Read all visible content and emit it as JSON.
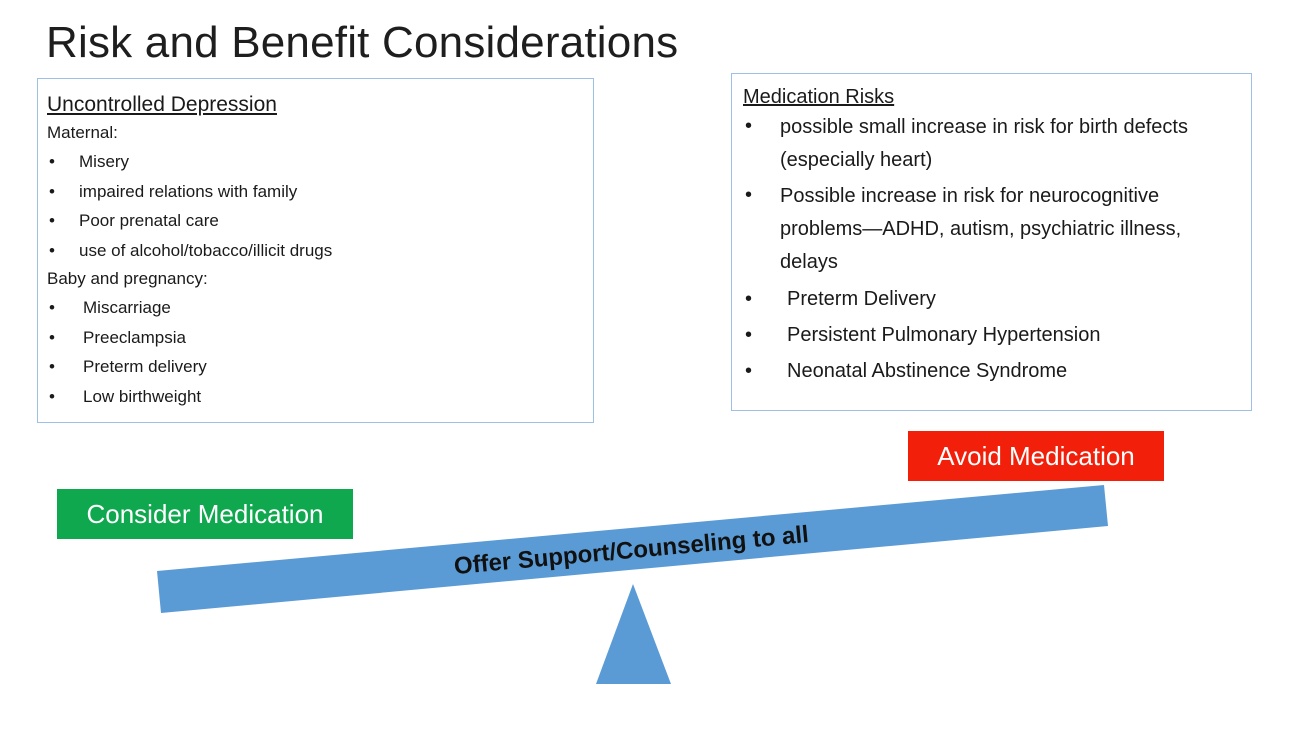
{
  "title": "Risk and Benefit Considerations",
  "uncontrolled_depression": {
    "heading": "Uncontrolled Depression",
    "maternal": {
      "label": "Maternal:",
      "items": [
        "Misery",
        "impaired relations with family",
        "Poor prenatal care",
        "use of alcohol/tobacco/illicit drugs"
      ]
    },
    "baby_pregnancy": {
      "label": "Baby and pregnancy:",
      "items": [
        "Miscarriage",
        "Preeclampsia",
        "Preterm delivery",
        "Low birthweight"
      ]
    }
  },
  "medication_risks": {
    "heading": "Medication Risks",
    "items": [
      "possible small increase in risk for birth defects (especially heart)",
      "Possible increase in risk for neurocognitive problems—ADHD, autism, psychiatric illness, delays",
      "Preterm Delivery",
      "Persistent Pulmonary Hypertension",
      "Neonatal Abstinence Syndrome"
    ]
  },
  "labels": {
    "consider": "Consider Medication",
    "avoid": "Avoid Medication"
  },
  "beam": {
    "text": "Offer Support/Counseling to all"
  },
  "bullet_symbol": "•",
  "colors": {
    "box_border": "#9cc0e6",
    "consider_bg": "#0fa84f",
    "avoid_bg": "#f2200a",
    "beam": "#5b9bd5"
  }
}
